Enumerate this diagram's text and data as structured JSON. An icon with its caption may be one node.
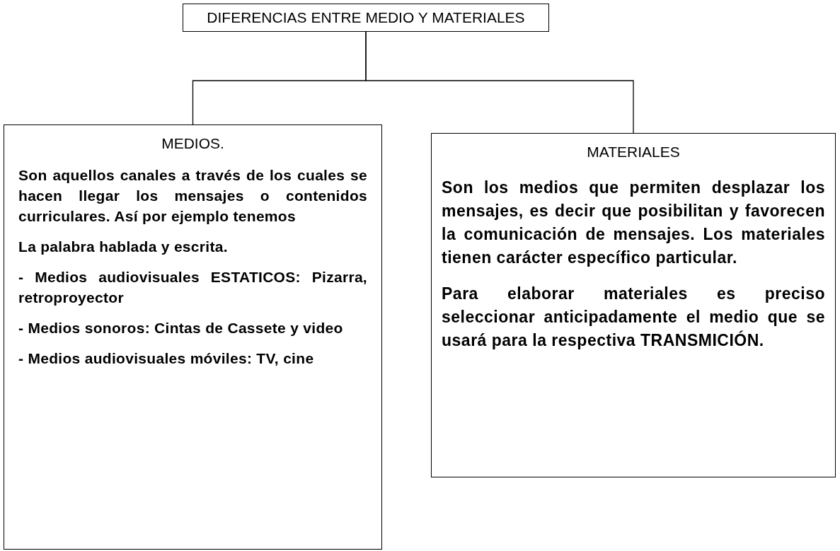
{
  "diagram": {
    "nodes": [
      {
        "text": [
          "DIFERENCIAS ENTRE MEDIO Y MATERIALES"
        ]
      },
      {
        "text": [
          "MEDIOS.",
          "Son aquellos canales a través de los cuales se hacen llegar los mensajes o contenidos curriculares. Así por ejemplo tenemos",
          "La palabra hablada y escrita.",
          "- Medios audiovisuales ESTATICOS: Pizarra, retroproyector",
          "- Medios sonoros: Cintas de Cassete y video",
          "- Medios audiovisuales móviles: TV, cine"
        ]
      },
      {
        "text": [
          "MATERIALES",
          "Son los medios que permiten desplazar los mensajes, es decir que posibilitan y favorecen la comunicación de mensajes. Los materiales tienen carácter específico particular.",
          "Para elaborar materiales es preciso seleccionar anticipadamente el medio que se usará para la respectiva TRANSMICIÓN."
        ]
      }
    ],
    "edges": [
      {
        "from": 0,
        "to": 1,
        "arrow": "none"
      },
      {
        "from": 0,
        "to": 2,
        "arrow": "none"
      }
    ]
  }
}
